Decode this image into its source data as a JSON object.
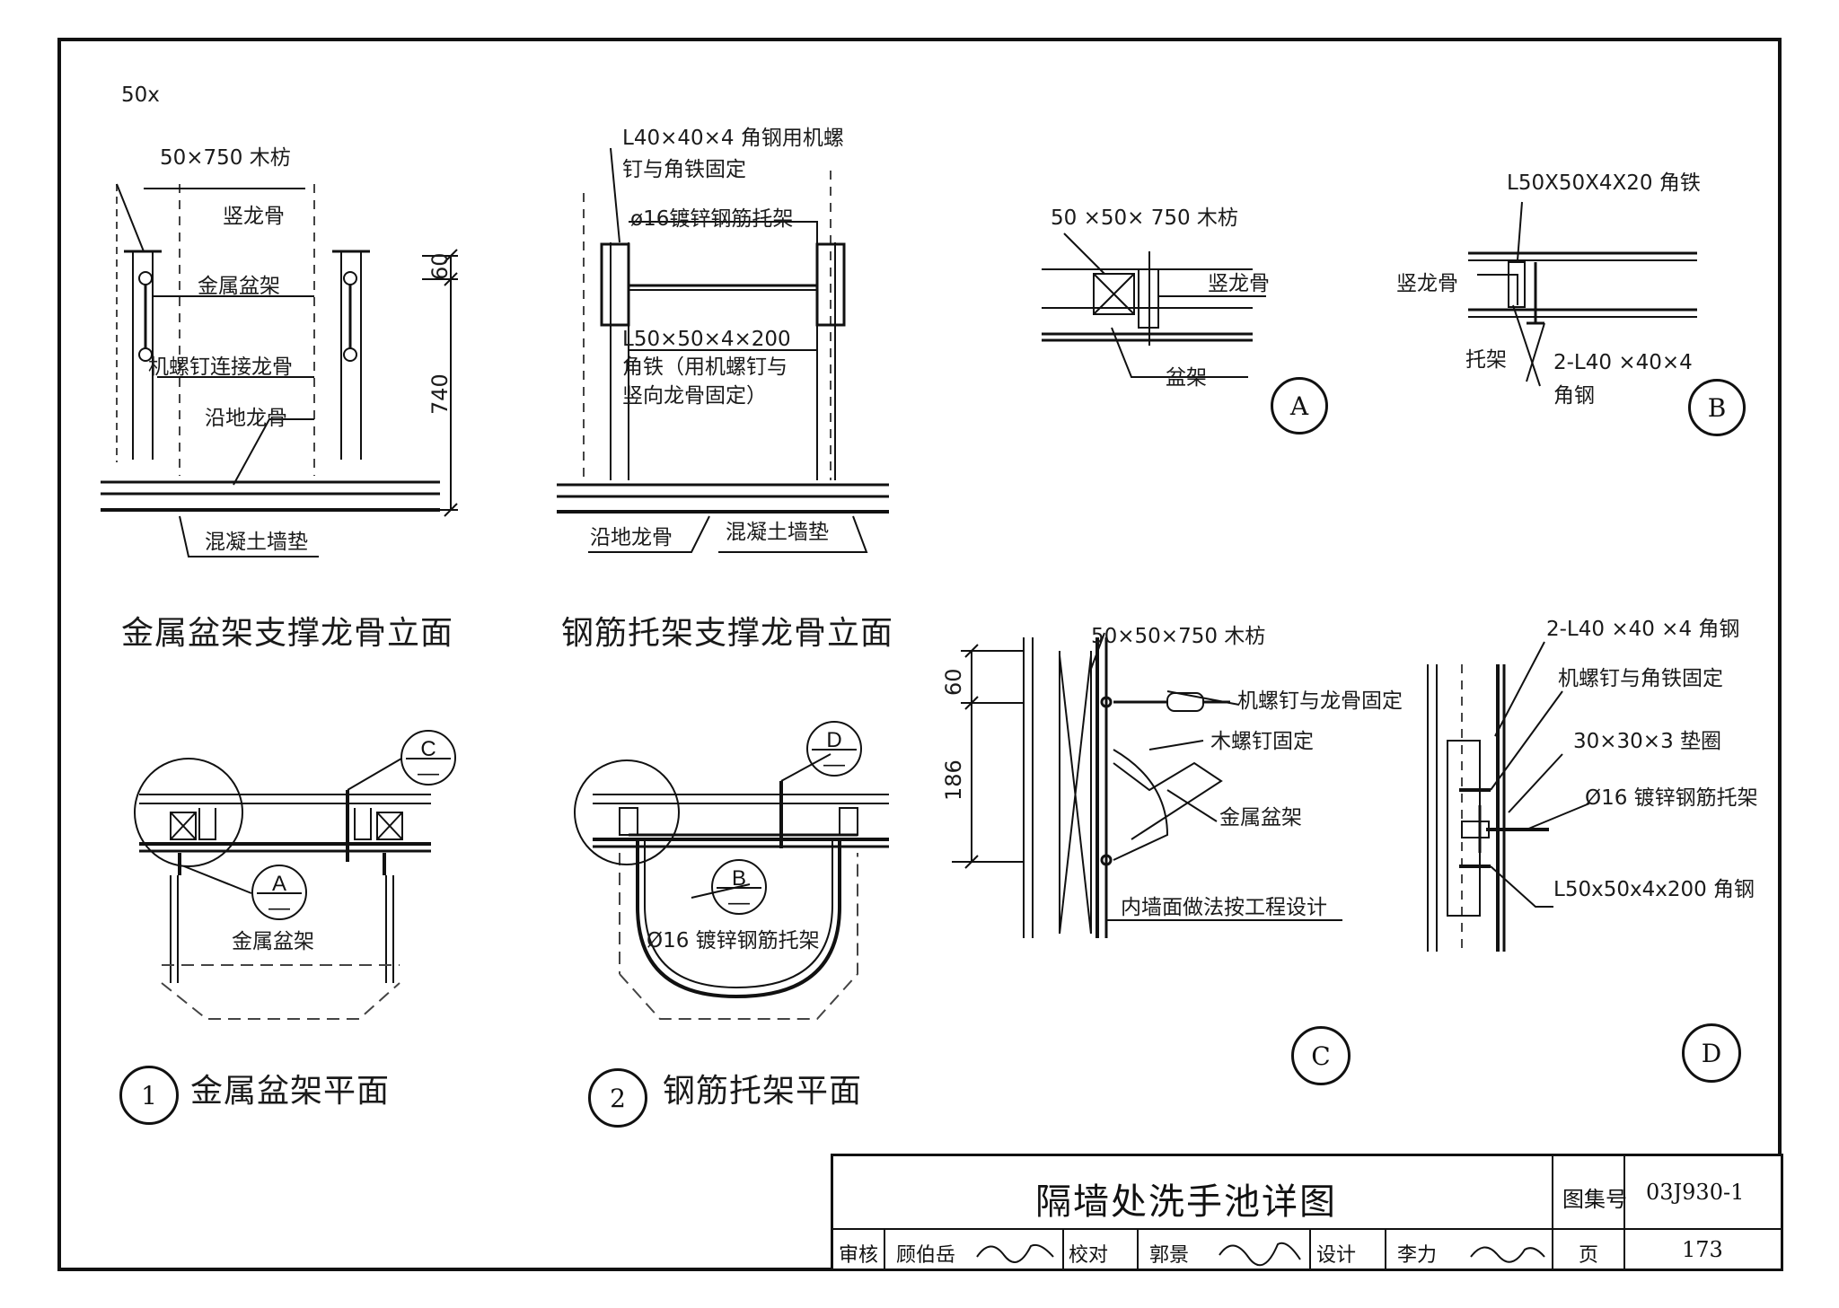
{
  "top_left_note": "50x",
  "elevation1": {
    "labels": {
      "wood": "50×750 木枋",
      "stud": "竖龙骨",
      "basin_frame": "金属盆架",
      "screw": "机螺钉连接龙骨",
      "floor_track": "沿地龙骨",
      "concrete": "混凝土墙垫"
    },
    "dims": [
      "60",
      "740"
    ],
    "title": "金属盆架支撑龙骨立面"
  },
  "elevation2": {
    "labels": {
      "angle_note": "L40×40×4 角钢用机螺",
      "angle_note2": "钉与角铁固定",
      "rebar": "ø16镀锌钢筋托架",
      "angle_iron": "L50×50×4×200",
      "angle_iron2": "角铁（用机螺钉与",
      "angle_iron3": "竖向龙骨固定）",
      "floor_track": "沿地龙骨",
      "concrete": "混凝土墙垫"
    },
    "title": "钢筋托架支撑龙骨立面"
  },
  "detailA": {
    "wood": "50 ×50× 750 木枋",
    "stud": "竖龙骨",
    "frame": "盆架",
    "mark": "A"
  },
  "detailB": {
    "angle_iron": "L50X50X4X20 角铁",
    "stud": "竖龙骨",
    "bracket": "托架",
    "angle": "2-L40 ×40×4",
    "angle2": "角钢",
    "mark": "B"
  },
  "plan1": {
    "sectC": {
      "top": "C",
      "bot": "—"
    },
    "sectA": {
      "top": "A",
      "bot": "—"
    },
    "frame": "金属盆架",
    "num": "1",
    "title": "金属盆架平面"
  },
  "plan2": {
    "sectD": {
      "top": "D",
      "bot": "—"
    },
    "sectB": {
      "top": "B",
      "bot": "—"
    },
    "rebar": "Ø16 镀锌钢筋托架",
    "num": "2",
    "title": "钢筋托架平面"
  },
  "detailC": {
    "wood": "50×50×750 木枋",
    "screw": "机螺钉与龙骨固定",
    "wood_screw": "木螺钉固定",
    "frame": "金属盆架",
    "wall": "内墙面做法按工程设计",
    "dims": [
      "60",
      "186"
    ],
    "mark": "C"
  },
  "detailD": {
    "angle": "2-L40 ×40 ×4 角钢",
    "screw": "机螺钉与角铁固定",
    "washer": "30×30×3 垫圈",
    "rebar": "Ø16 镀锌钢筋托架",
    "angle_iron": "L50x50x4x200 角钢",
    "mark": "D"
  },
  "title_block": {
    "title": "隔墙处洗手池详图",
    "atlas_label": "图集号",
    "atlas_no": "03J930-1",
    "review_label": "审核",
    "reviewer": "顾伯岳",
    "check_label": "校对",
    "checker": "郭景",
    "design_label": "设计",
    "designer": "李力",
    "page_label": "页",
    "page_no": "173"
  }
}
